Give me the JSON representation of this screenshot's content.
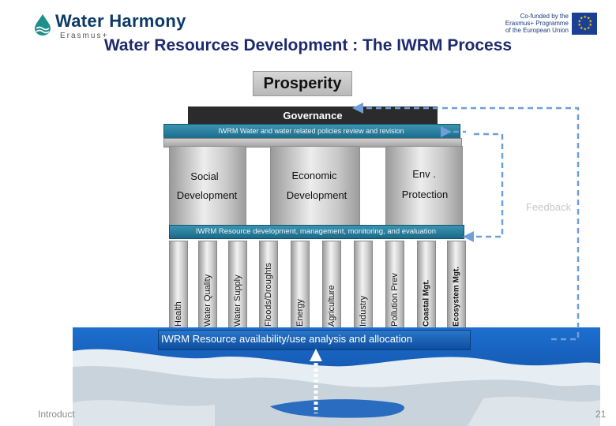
{
  "header": {
    "logo_word": "Water Harmony",
    "logo_sub": "Erasmus+",
    "cofund_lines": [
      "Co-funded by the",
      "Erasmus+ Programme",
      "of the European Union"
    ],
    "title": "Water Resources Development : The IWRM Process"
  },
  "diagram": {
    "prosperity": "Prosperity",
    "governance": "Governance",
    "governance_band": "IWRM   Water and water related policies review and revision",
    "pillars": [
      {
        "line1": "Social",
        "line2": "Development"
      },
      {
        "line1": "Economic",
        "line2": "Development"
      },
      {
        "line1": "Env .",
        "line2": "Protection"
      }
    ],
    "resource_band": "IWRM Resource development, management, monitoring, and evaluation",
    "sectors": [
      "Health",
      "Water Quality",
      "Water Supply",
      "Floods/Droughts",
      "Energy",
      "Agriculture",
      "Industry",
      "Pollution Prev",
      "Coastal Mgt.",
      "Ecosystem Mgt."
    ],
    "foundation": "IWRM   Resource availability/use analysis and allocation",
    "feedback": "Feedback"
  },
  "footer": {
    "left": "Introduct",
    "page": "21"
  },
  "colors": {
    "title": "#1d2a6e",
    "band_blue": "#1b6a88",
    "water_blue": "#0e4e9f",
    "feedback_arrow": "#6f9fd8"
  }
}
